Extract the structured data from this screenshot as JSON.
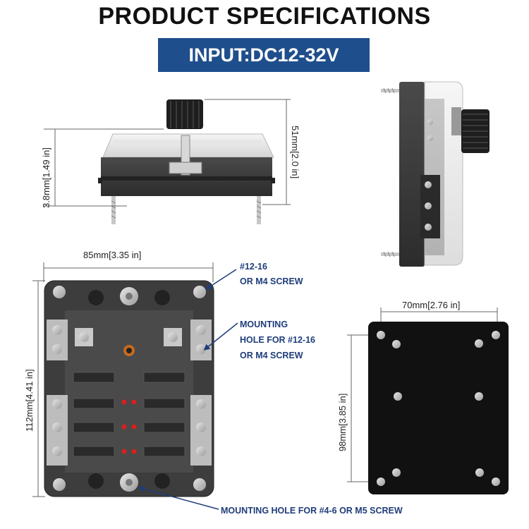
{
  "title": "PRODUCT SPECIFICATIONS",
  "input_badge": "INPUT:DC12-32V",
  "dimensions": {
    "side_height": "3.8mm[1.49 in]",
    "total_height": "51mm[2.0 in]",
    "width": "85mm[3.35 in]",
    "length": "112mm[4.41 in]",
    "hole_spacing_width": "70mm[2.76 in]",
    "hole_spacing_length": "98mm[3.85 in]"
  },
  "callouts": {
    "top_right_screw": [
      "#12-16",
      "OR M4 SCREW"
    ],
    "mounting_hole": [
      "MOUNTING",
      "HOLE FOR #12-16",
      "OR M4 SCREW"
    ],
    "bottom_hole": "MOUNTING HOLE FOR #4-6 OR M5 SCREW"
  },
  "colors": {
    "badge": "#1f4e8c",
    "callout_text": "#1f3d7a",
    "callout_line": "#1f3d7a",
    "block_body": "#3a3a3a",
    "fuse_led": "#d62020"
  }
}
